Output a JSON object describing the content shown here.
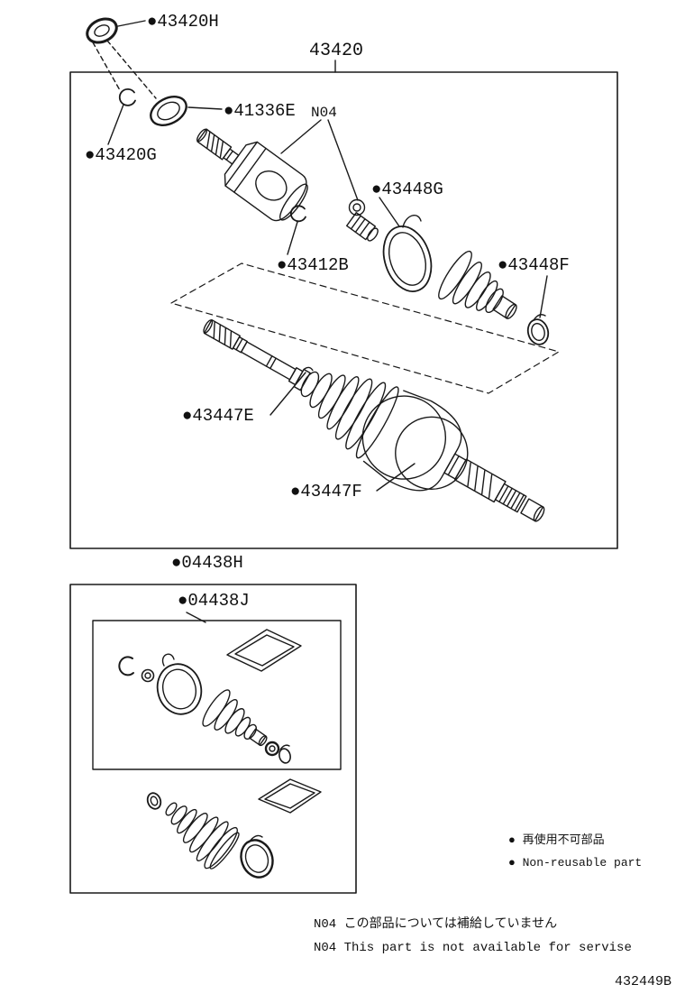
{
  "diagram": {
    "figure_number": "43420",
    "inline_note_code": "N04",
    "part_labels": {
      "p43420H": "●43420H",
      "p41336E": "●41336E",
      "p43420G": "●43420G",
      "p43448G": "●43448G",
      "p43412B": "●43412B",
      "p43448F": "●43448F",
      "p43447E": "●43447E",
      "p43447F": "●43447F",
      "p04438H": "●04438H",
      "p04438J": "●04438J"
    }
  },
  "legend": {
    "non_reusable_jp": "● 再使用不可部品",
    "non_reusable_en": "● Non-reusable part"
  },
  "footnotes": {
    "n04_jp": "N04 この部品については補給していません",
    "n04_en": "N04 This part is not available for servise"
  },
  "doc_number": "432449B",
  "colors": {
    "line": "#1a1a1a",
    "background": "#ffffff"
  }
}
